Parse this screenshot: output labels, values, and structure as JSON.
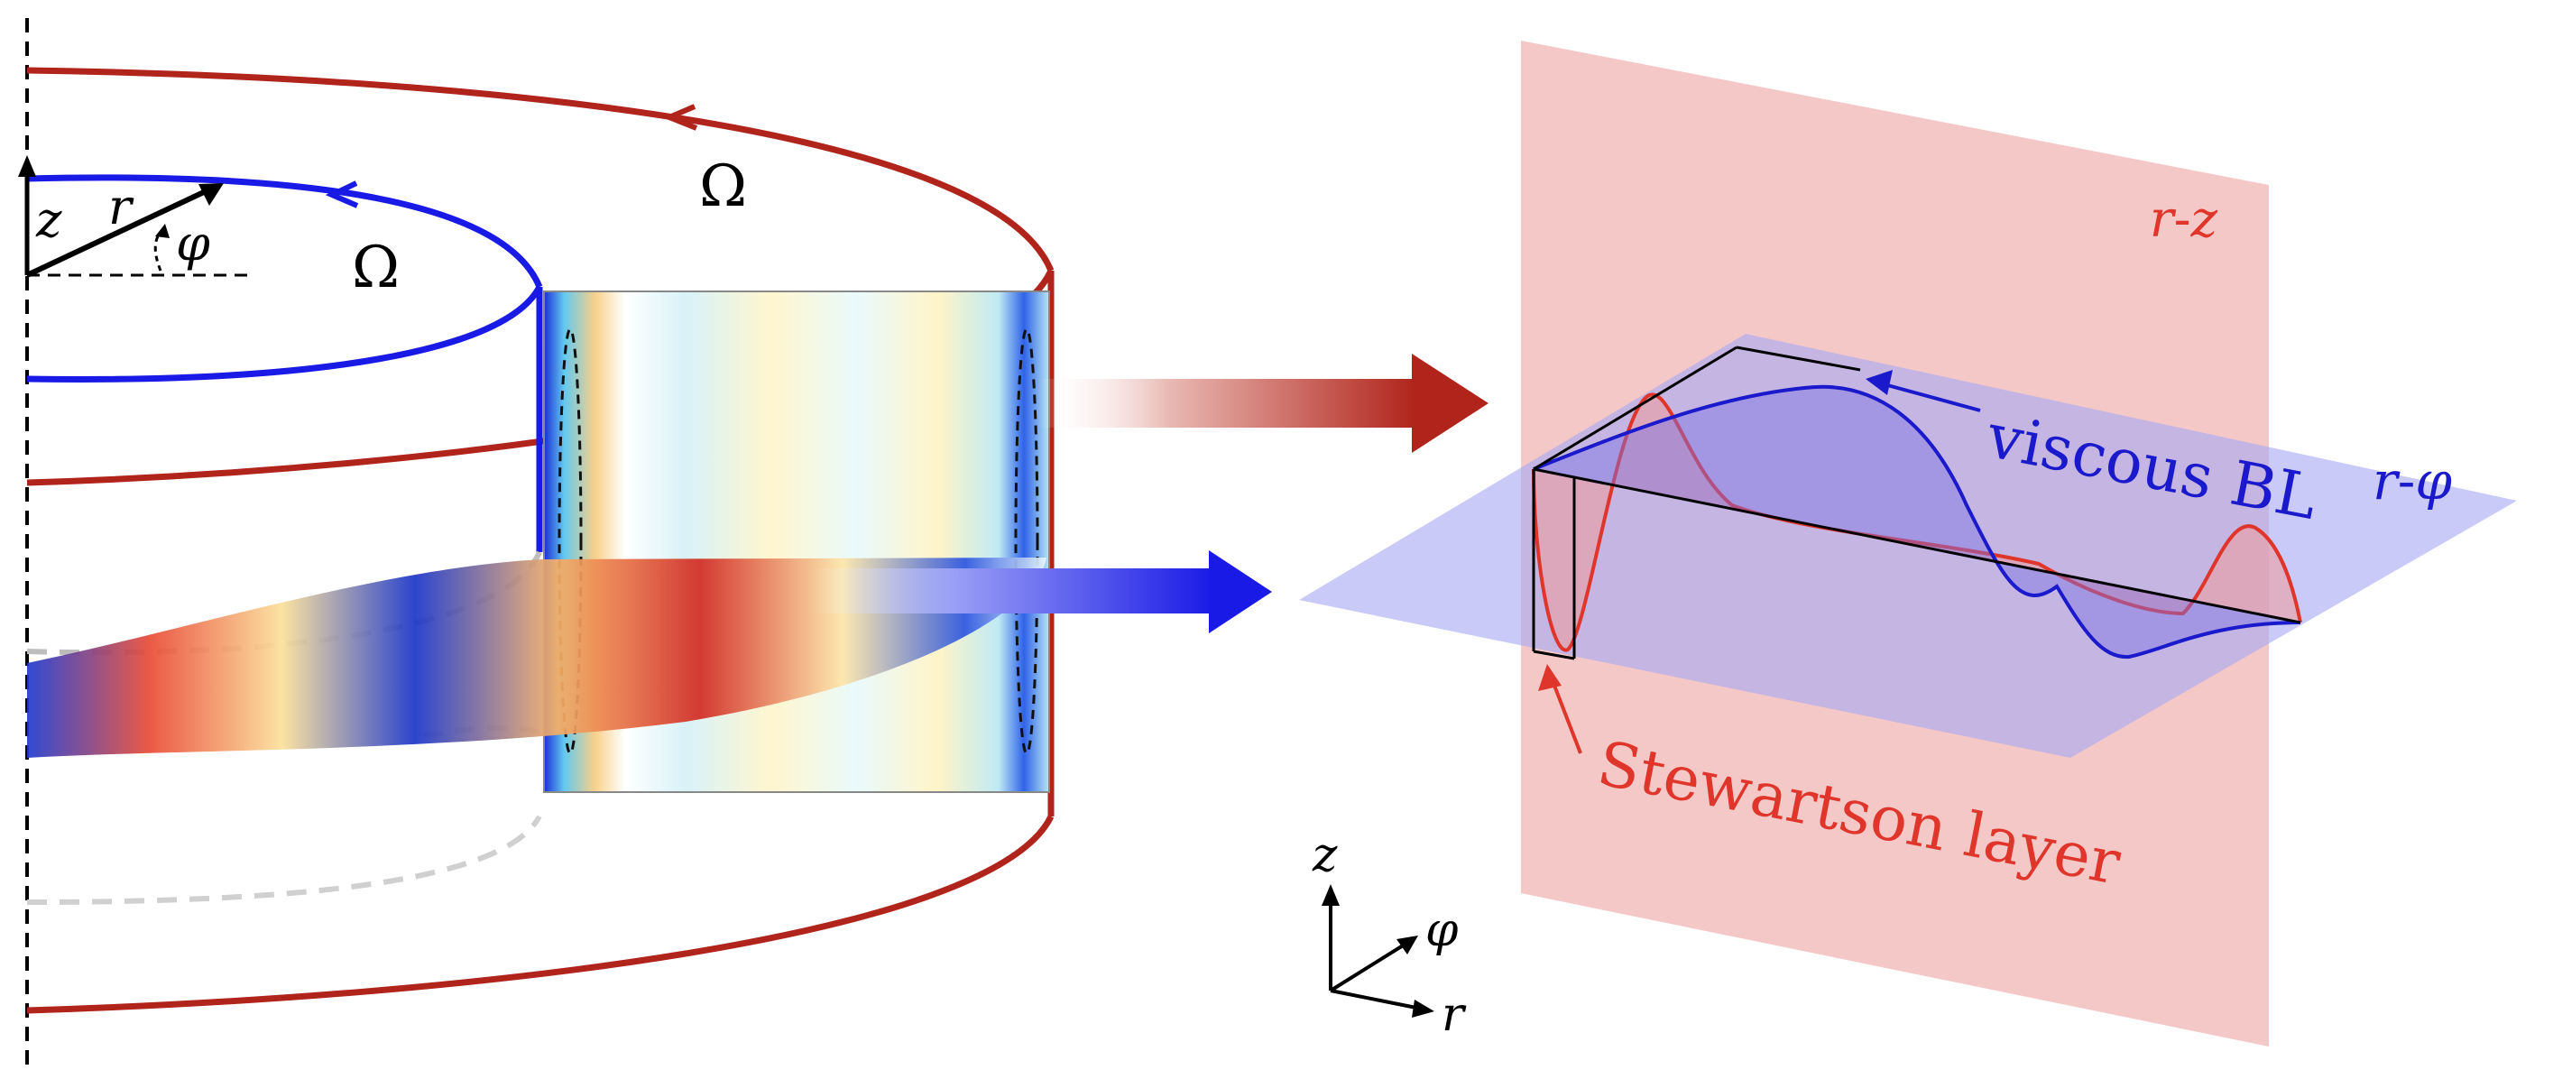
{
  "labels": {
    "omega_outer": "Ω",
    "omega_inner": "Ω",
    "axis_z": "z",
    "axis_r": "r",
    "axis_phi": "φ",
    "plane_rz_r": "r",
    "plane_rz_sep": "-",
    "plane_rz_z": "z",
    "plane_rphi_r": "r",
    "plane_rphi_sep": "-",
    "plane_rphi_phi": "φ",
    "viscous_bl": "viscous BL",
    "stewartson_layer": "Stewartson layer",
    "triad_z": "z",
    "triad_phi": "φ",
    "triad_r": "r"
  },
  "colors": {
    "outer_cylinder": "#b0241b",
    "inner_cylinder": "#1a1ae6",
    "rz_plane": "#f4c2c2",
    "rphi_plane": "#a8aaf2",
    "stewartson_label": "#e0352b",
    "viscous_label": "#1a1acc"
  }
}
